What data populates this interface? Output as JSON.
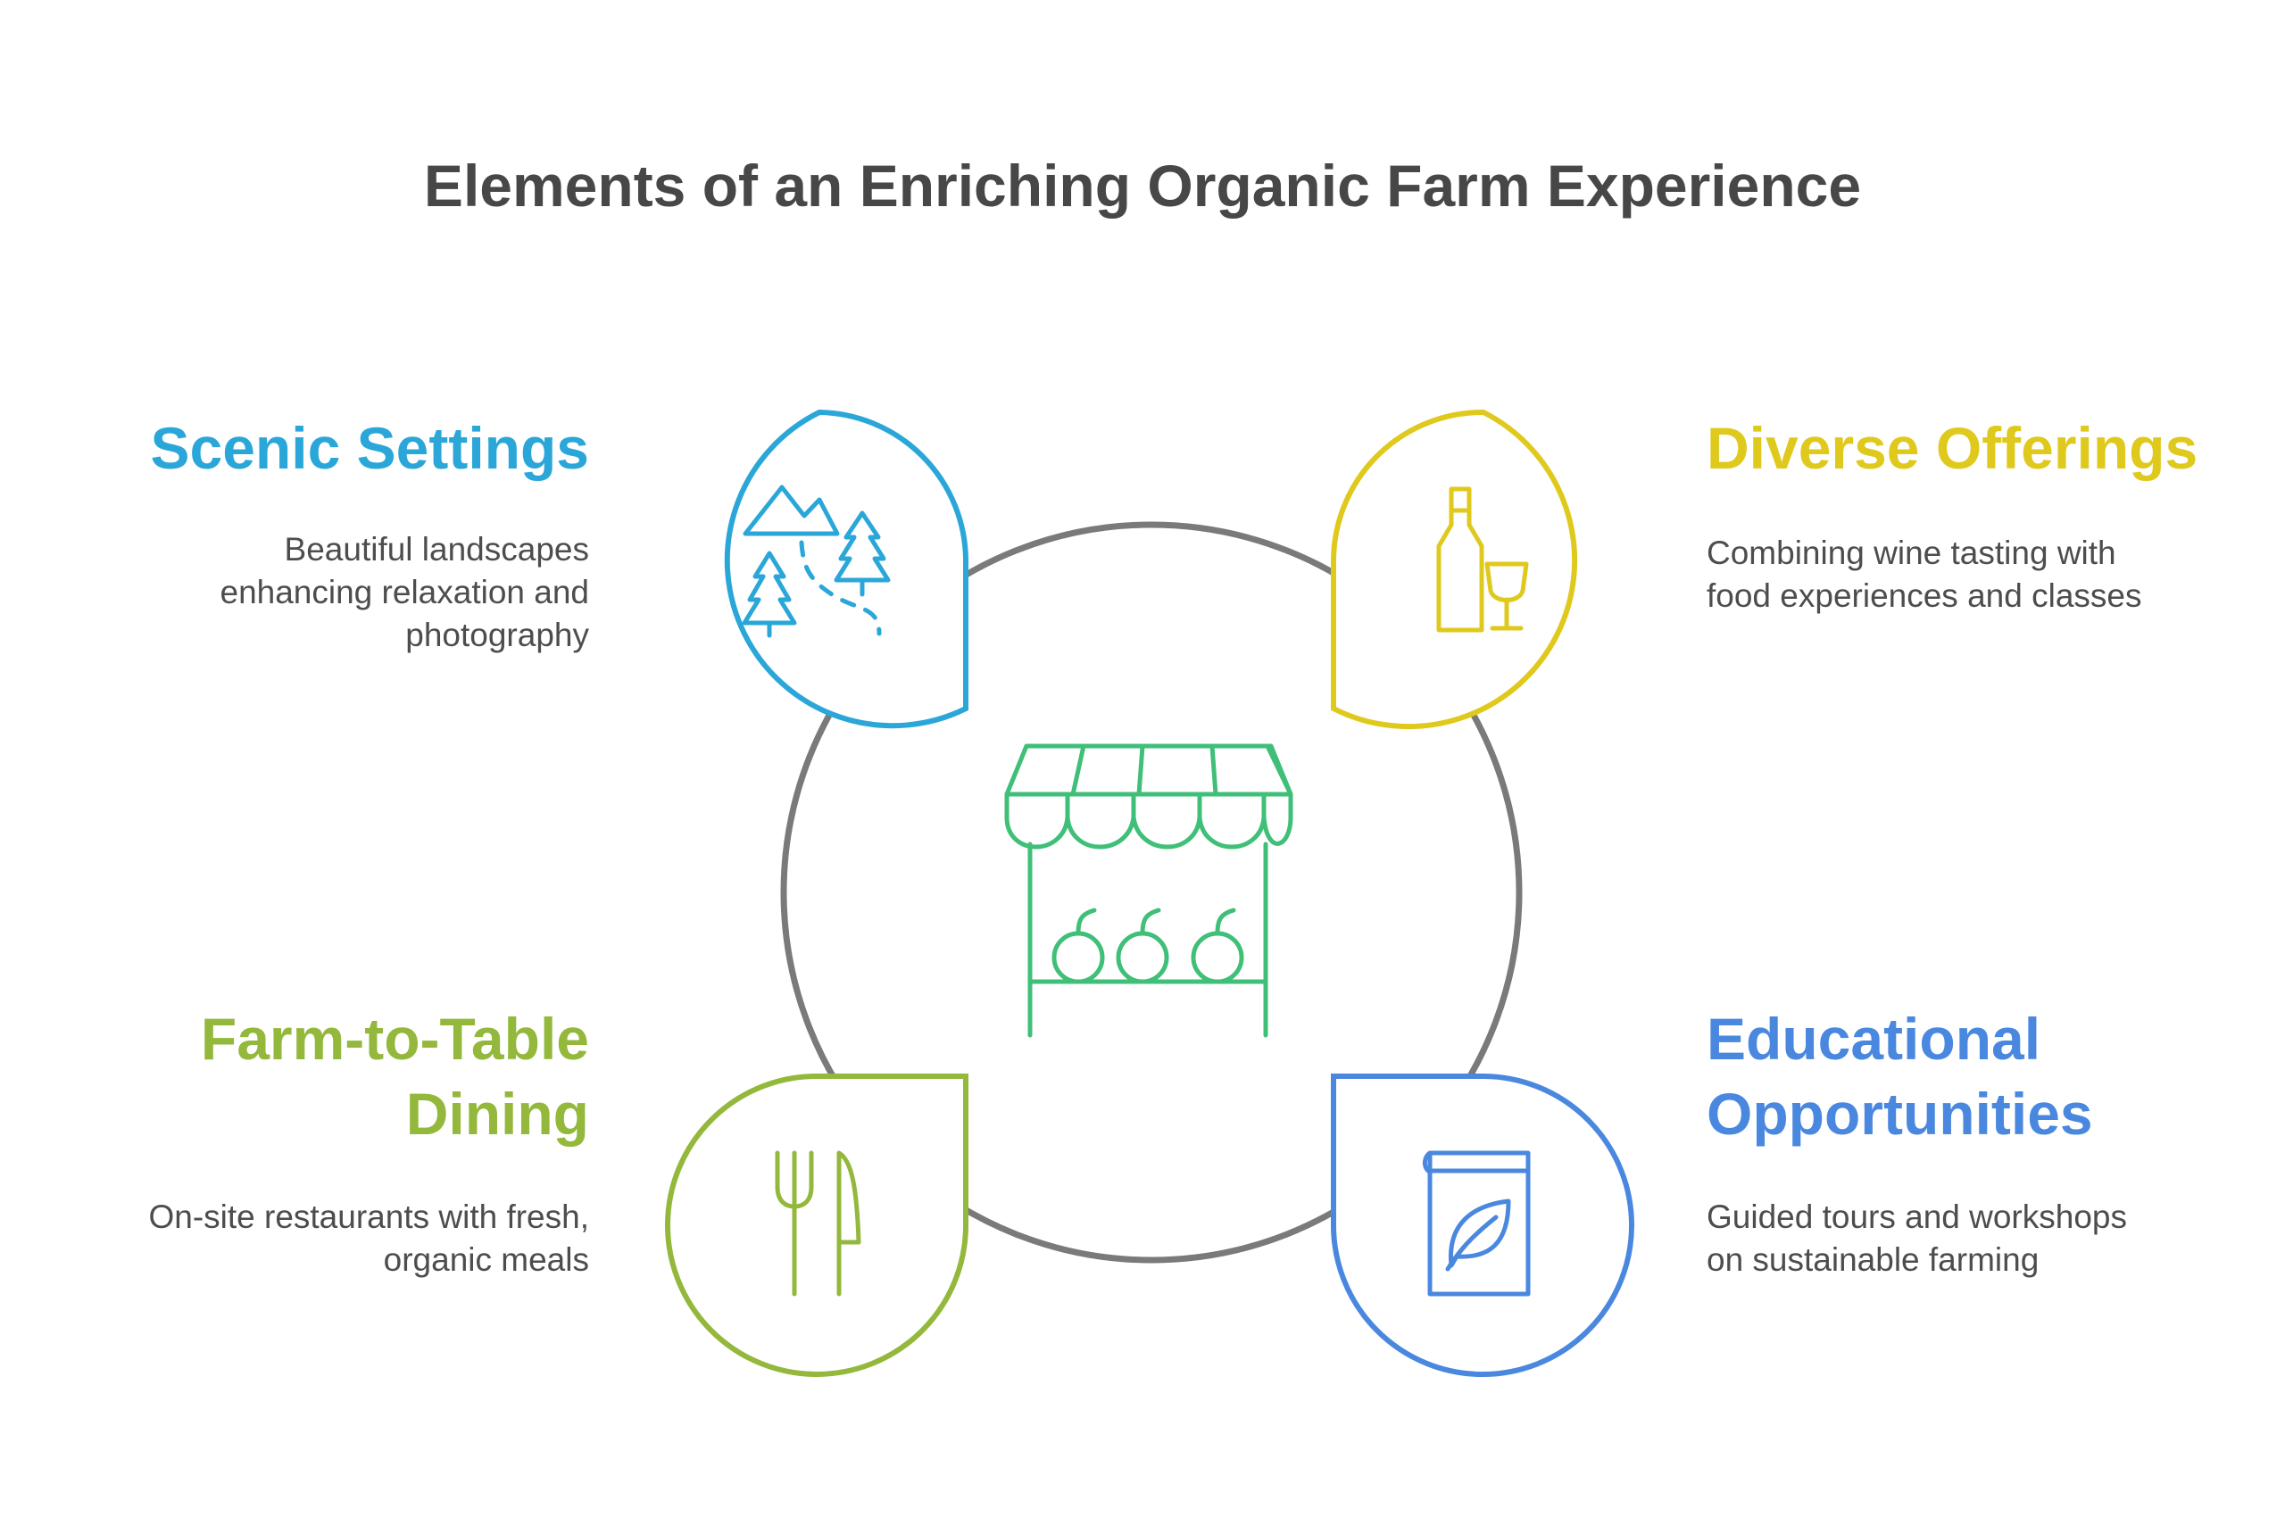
{
  "title": "Elements of an Enriching Organic Farm Experience",
  "colors": {
    "ring": "#7a7a7a",
    "scenic": "#2aa7d8",
    "diverse": "#e0c91d",
    "farm": "#93b83b",
    "educational": "#4a88e0",
    "center": "#3fbf78",
    "title": "#474747",
    "text": "#4d4d4d"
  },
  "center_icon": "market-stall-icon",
  "items": [
    {
      "key": "scenic",
      "heading": "Scenic Settings",
      "heading_lines": [
        "Scenic Settings"
      ],
      "description_lines": [
        "Beautiful landscapes",
        "enhancing relaxation and",
        "photography"
      ],
      "icon": "mountains-trees-icon"
    },
    {
      "key": "diverse",
      "heading": "Diverse Offerings",
      "heading_lines": [
        "Diverse Offerings"
      ],
      "description_lines": [
        "Combining wine tasting with",
        "food experiences and classes"
      ],
      "icon": "wine-bottle-glass-icon"
    },
    {
      "key": "farm",
      "heading": "Farm-to-Table Dining",
      "heading_lines": [
        "Farm-to-Table",
        "Dining"
      ],
      "description_lines": [
        "On-site restaurants with fresh,",
        "organic meals"
      ],
      "icon": "fork-knife-icon"
    },
    {
      "key": "educational",
      "heading": "Educational Opportunities",
      "heading_lines": [
        "Educational",
        "Opportunities"
      ],
      "description_lines": [
        "Guided tours and workshops",
        "on sustainable farming"
      ],
      "icon": "leaf-book-icon"
    }
  ]
}
